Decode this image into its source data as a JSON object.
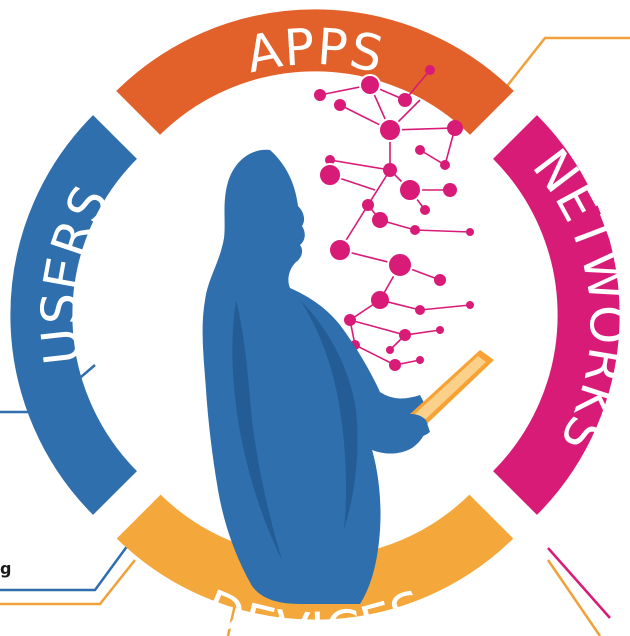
{
  "segments": [
    {
      "id": "apps",
      "label": "APPS",
      "color": "#E2612A"
    },
    {
      "id": "networks",
      "label": "NETWORKS",
      "color": "#D81B77"
    },
    {
      "id": "devices",
      "label": "DEVICES",
      "color": "#F4A73A"
    },
    {
      "id": "users",
      "label": "USERS",
      "color": "#2F6FAD"
    }
  ],
  "edge_text": "g",
  "colors": {
    "silhouette": "#2F6FAD",
    "silhouette_shade": "#245C95",
    "network_nodes": "#D81B77",
    "tablet": "#F7A233",
    "connector_lines": "#E8912A"
  }
}
